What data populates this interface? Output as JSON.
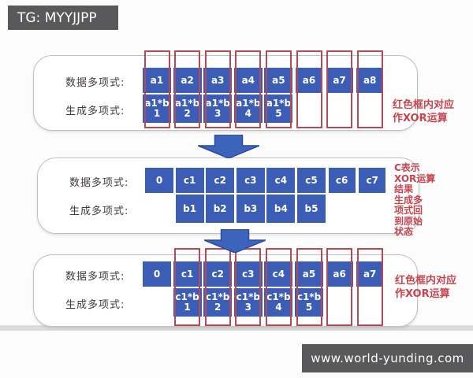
{
  "watermark_top": {
    "text": "TG: MYYJJPP"
  },
  "watermark_bottom": {
    "text": "www.world-yunding.com"
  },
  "colors": {
    "cell_blue": "#3b5db6",
    "arrow_blue": "#3d64bd",
    "arrow_border": "#2c4a9a",
    "red_box": "#b54a57",
    "red_text": "#c4454e",
    "label_text": "#413b38",
    "panel_border": "#c0c0c0",
    "watermark_bg": "#59595b",
    "bottom_band": "#dcdcdd"
  },
  "panels": [
    {
      "annotation": "红色框内对应\n作XOR运算",
      "red_box_columns": [
        0,
        1,
        2,
        3,
        4,
        5,
        6,
        7
      ],
      "rows": [
        {
          "label": "数据多项式:",
          "offset": 0,
          "cells": [
            "a1",
            "a2",
            "a3",
            "a4",
            "a5",
            "a6",
            "a7",
            "a8"
          ]
        },
        {
          "label": "生成多项式:",
          "offset": 0,
          "cells": [
            "a1*b\n1",
            "a1*b\n2",
            "a1*b\n3",
            "a1*b\n4",
            "a1*b\n5"
          ]
        }
      ]
    },
    {
      "annotation": "C表示\nXOR运算\n结果\n生成多\n项式回\n到原始\n状态",
      "red_box_columns": [],
      "rows": [
        {
          "label": "数据多项式:",
          "offset": 0,
          "cells": [
            "0",
            "c1",
            "c2",
            "c3",
            "c4",
            "c5",
            "c6",
            "c7"
          ]
        },
        {
          "label": "生成多项式:",
          "offset": 1,
          "cells": [
            "b1",
            "b2",
            "b3",
            "b4",
            "b5"
          ]
        }
      ]
    },
    {
      "annotation": "红色框内对应\n作XOR运算",
      "red_box_columns": [
        1,
        2,
        3,
        4,
        5,
        6,
        7
      ],
      "rows": [
        {
          "label": "数据多项式:",
          "offset": 0,
          "cells": [
            "0",
            "c1",
            "c2",
            "c3",
            "c4",
            "a5",
            "a6",
            "a7"
          ]
        },
        {
          "label": "生成多项式:",
          "offset": 1,
          "cells": [
            "c1*b\n1",
            "c1*b\n2",
            "c1*b\n3",
            "c1*b\n4",
            "c1*b\n5"
          ]
        }
      ]
    }
  ]
}
